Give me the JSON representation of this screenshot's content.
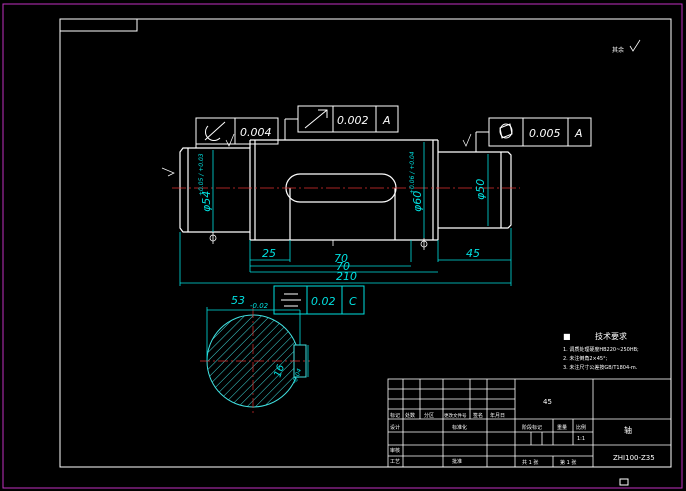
{
  "colors": {
    "background": "#000000",
    "sheet_border": "#c030c0",
    "frame": "#ffffff",
    "outline": "#ffffff",
    "dimension": "#00e0e0",
    "centerline": "#e03030",
    "hatch": "#40e0e0"
  },
  "tolerance_frames": {
    "runout_left": {
      "value": "0.004"
    },
    "runout_middle": {
      "value": "0.002",
      "datum": "A"
    },
    "cylindricity_right": {
      "value": "0.005",
      "datum": "A"
    },
    "symmetry_section": {
      "value": "0.02",
      "datum": "C"
    }
  },
  "dimensions": {
    "d_left": "φ54",
    "d_left_tol": "+0.05 / +0.03",
    "d_middle": "φ60",
    "d_middle_tol": "+0.06 / +0.04",
    "d_right": "φ50",
    "len_25": "25",
    "len_70": "70",
    "len_210": "210",
    "len_45": "45",
    "key_depth": "53",
    "key_depth_tol": "-0.02",
    "key_width": "16",
    "key_width_tol": "-0.04"
  },
  "roughness_mark": "其余",
  "notes": {
    "title": "技术要求",
    "lines": [
      "1. 调质处理硬度HB220~250HB;",
      "2. 未注倒角2×45°;",
      "3. 未注尺寸公差按GB/T1804-m."
    ]
  },
  "title_block": {
    "material": "45",
    "part_name": "轴",
    "drawing_no": "ZHI100-Z35",
    "row_labels": [
      "标记",
      "处数",
      "分区",
      "更改文件号",
      "签名",
      "年月日"
    ],
    "design": "设计",
    "standardize": "标准化",
    "stage_mark": "阶段标记",
    "weight": "重量",
    "scale": "比例",
    "scale_value": "1:1",
    "review": "审核",
    "process": "工艺",
    "approve": "批准",
    "sheets": "共 1 张",
    "sheet_no": "第 1 张"
  }
}
